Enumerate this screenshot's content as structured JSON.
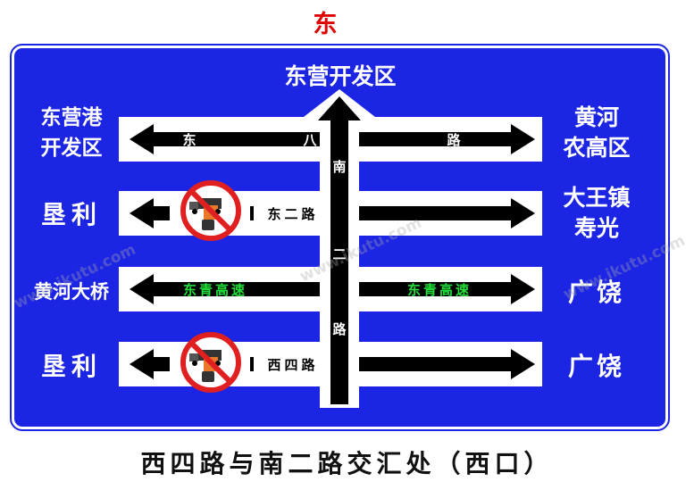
{
  "direction": "东",
  "north": "东营开发区",
  "roads": {
    "r1": {
      "a": "东",
      "b": "八",
      "c": "路"
    },
    "r2": "东二路",
    "r3": "东青高速",
    "r4": "西四路",
    "vertical": [
      "南",
      "二",
      "路"
    ]
  },
  "left_dest": {
    "r1": [
      "东营港",
      "开发区"
    ],
    "r2": "垦利",
    "r3": "黄河大桥",
    "r4": "垦利"
  },
  "right_dest": {
    "r1": [
      "黄河",
      "农高区"
    ],
    "r2": [
      "大王镇",
      "寿光"
    ],
    "r3": "广饶",
    "r4": "广饶"
  },
  "caption": "西四路与南二路交汇处（西口）",
  "watermark": "www.ikutu.com",
  "colors": {
    "sign_blue": "#1d25e4",
    "expressway_text": "#22e03a",
    "forbid_red": "#e02020",
    "direction_red": "#e00000"
  },
  "icons": [
    "no-truck-icon"
  ]
}
